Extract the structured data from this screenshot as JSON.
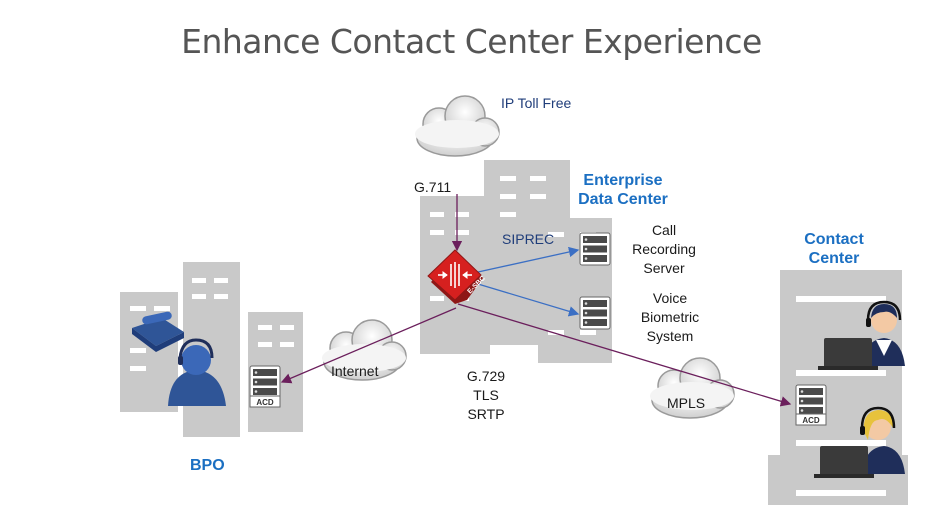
{
  "title": "Enhance Contact Center Experience",
  "labels": {
    "ip_toll_free": "IP Toll Free",
    "g711": "G.711",
    "enterprise_line1": "Enterprise",
    "enterprise_line2": "Data Center",
    "siprec": "SIPREC",
    "call_recording": [
      "Call",
      "Recording",
      "Server"
    ],
    "voice_biometric": [
      "Voice",
      "Biometric",
      "System"
    ],
    "contact_center_line1": "Contact",
    "contact_center_line2": "Center",
    "internet": "Internet",
    "codec": [
      "G.729",
      "TLS",
      "SRTP"
    ],
    "mpls": "MPLS",
    "bpo": "BPO",
    "acd": "ACD",
    "esbc": "E-SBC"
  },
  "colors": {
    "title": "#555555",
    "accent_blue": "#1b6fc2",
    "building": "#c9c9c9",
    "sbc_red": "#d6201f",
    "link_purple": "#6b1f5c",
    "link_blue": "#3b6fc4"
  }
}
